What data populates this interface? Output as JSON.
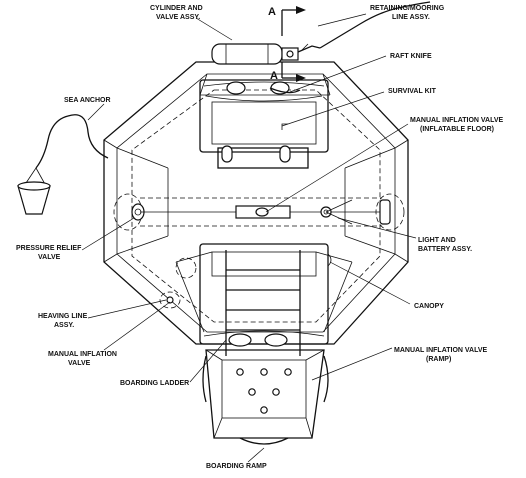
{
  "diagram": {
    "section_marker": "A",
    "labels": {
      "cylinder": [
        "CYLINDER AND",
        "VALVE ASSY."
      ],
      "retaining": [
        "RETAINING/MOORING",
        "LINE ASSY."
      ],
      "raft_knife": [
        "RAFT KNIFE"
      ],
      "sea_anchor": [
        "SEA ANCHOR"
      ],
      "survival_kit": [
        "SURVIVAL KIT"
      ],
      "floor_valve": [
        "MANUAL INFLATION VALVE",
        "(INFLATABLE FLOOR)"
      ],
      "pressure_relief": [
        "PRESSURE RELIEF",
        "VALVE"
      ],
      "light_battery": [
        "LIGHT AND",
        "BATTERY ASSY."
      ],
      "heaving_line": [
        "HEAVING LINE",
        "ASSY."
      ],
      "canopy": [
        "CANOPY"
      ],
      "manual_valve": [
        "MANUAL INFLATION",
        "VALVE"
      ],
      "ramp_valve": [
        "MANUAL INFLATION VALVE",
        "(RAMP)"
      ],
      "boarding_ladder": [
        "BOARDING LADDER"
      ],
      "boarding_ramp": [
        "BOARDING RAMP"
      ]
    }
  }
}
